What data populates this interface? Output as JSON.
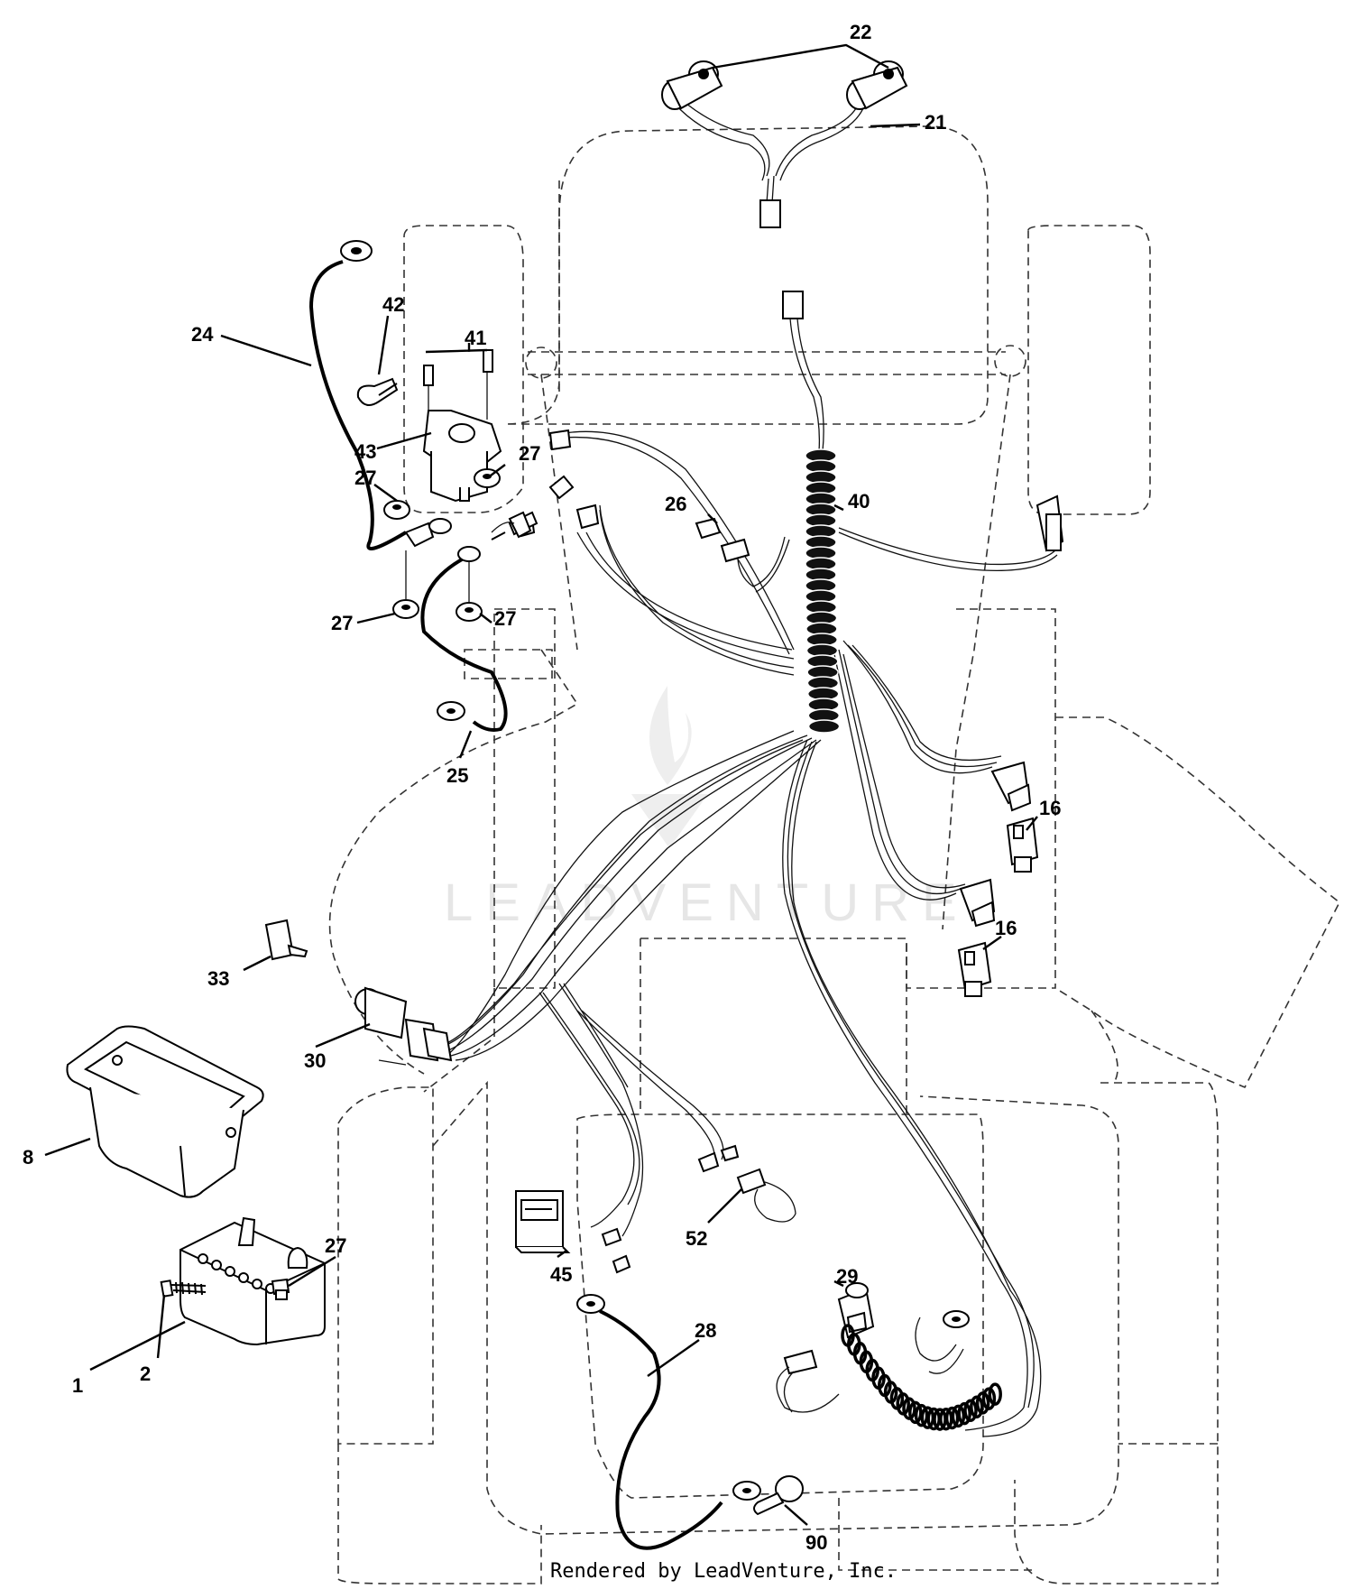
{
  "diagram": {
    "labels": {
      "l1": "1",
      "l2": "2",
      "l8": "8",
      "l16a": "16",
      "l16b": "16",
      "l21": "21",
      "l22": "22",
      "l24": "24",
      "l25": "25",
      "l26": "26",
      "l27a": "27",
      "l27b": "27",
      "l27c": "27",
      "l27d": "27",
      "l27e": "27",
      "l28": "28",
      "l29": "29",
      "l30": "30",
      "l33": "33",
      "l40": "40",
      "l41": "41",
      "l42": "42",
      "l43": "43",
      "l45": "45",
      "l52": "52",
      "l90": "90"
    },
    "watermark": "LEADVENTURE",
    "footer": "Rendered by LeadVenture, Inc."
  },
  "colors": {
    "ink": "#000000",
    "watermark": "#e6e6e6",
    "background": "#ffffff"
  }
}
